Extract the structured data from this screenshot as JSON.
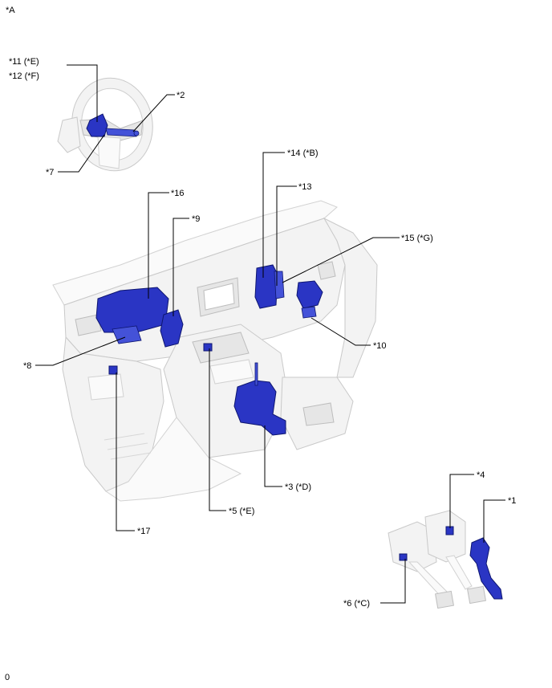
{
  "view_label": "*A",
  "figure_code": "0",
  "callouts": {
    "c11": "*11 (*E)",
    "c12": "*12 (*F)",
    "c2": "*2",
    "c7": "*7",
    "c14": "*14 (*B)",
    "c13": "*13",
    "c16": "*16",
    "c9": "*9",
    "c15": "*15 (*G)",
    "c10": "*10",
    "c8": "*8",
    "c3": "*3 (*D)",
    "c5": "*5 (*E)",
    "c17": "*17",
    "c4": "*4",
    "c1": "*1",
    "c6": "*6 (*C)"
  },
  "colors": {
    "component": "#2a35c4",
    "vehicle_outline": "#c9c9c9"
  }
}
